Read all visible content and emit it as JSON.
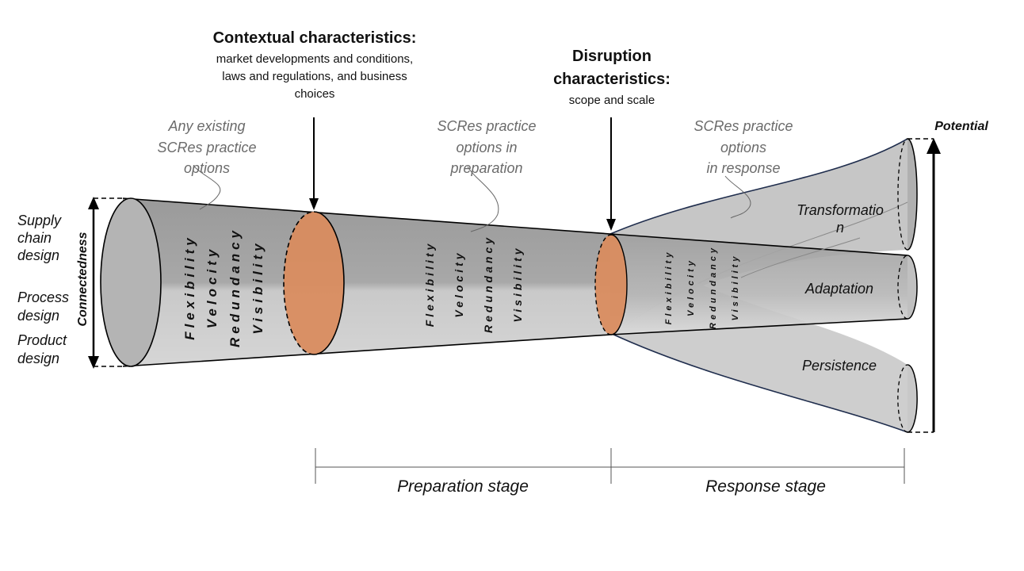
{
  "contextual": {
    "title": "Contextual characteristics:",
    "lines": [
      "market developments and conditions,",
      "laws and regulations, and business",
      "choices"
    ]
  },
  "disruption": {
    "title_lines": [
      "Disruption",
      "characteristics:"
    ],
    "sub": "scope and scale"
  },
  "callouts": {
    "existing": [
      "Any existing",
      "SCRes practice",
      "options"
    ],
    "preparation": [
      "SCRes practice",
      "options in",
      "preparation"
    ],
    "response": [
      "SCRes practice",
      "options",
      "in response"
    ]
  },
  "left_labels": {
    "supply_chain": [
      "Supply",
      "chain",
      "design"
    ],
    "process": [
      "Process",
      "design"
    ],
    "product": [
      "Product",
      "design"
    ],
    "axis": "Connectedness"
  },
  "practices": [
    "Flexibility",
    "Velocity",
    "Redundancy",
    "Visibility"
  ],
  "outcomes": {
    "transformation": [
      "Transformatio",
      "n"
    ],
    "adaptation": "Adaptation",
    "persistence": "Persistence",
    "axis": "Potential"
  },
  "stages": {
    "preparation": "Preparation stage",
    "response": "Response stage"
  },
  "colors": {
    "cone_dark": "#9c9c9c",
    "cone_light": "#d2d2d2",
    "orange": "#d98c5f",
    "navy": "#1f2d4d"
  }
}
